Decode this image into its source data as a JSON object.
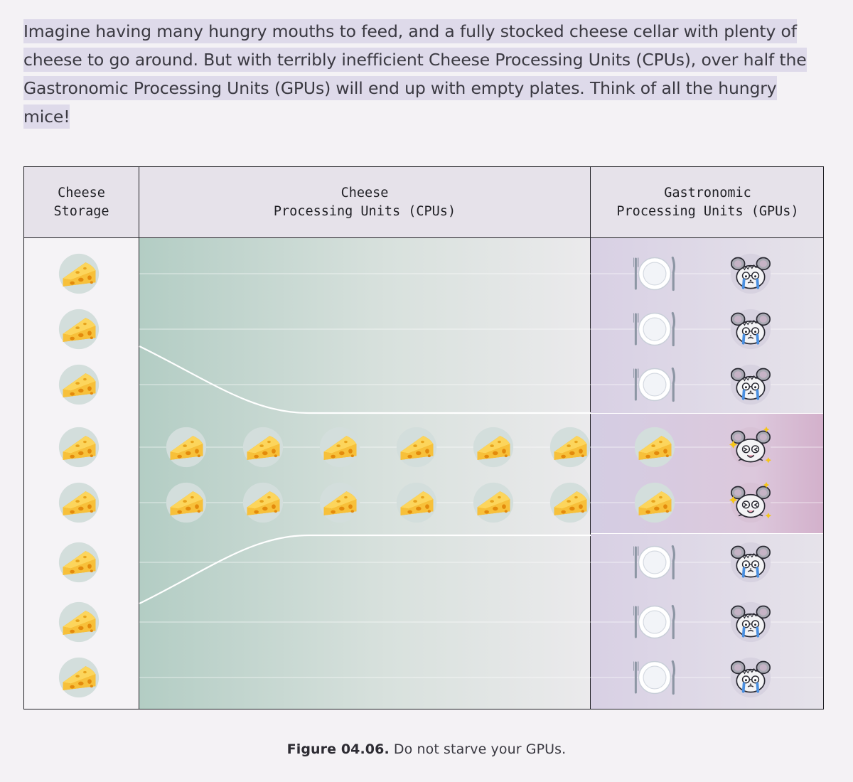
{
  "intro": {
    "text": "Imagine having many hungry mouths to feed, and a fully stocked cheese cellar with plenty of cheese to go around. But with terribly inefficient Cheese Processing Units (CPUs), over half the Gastronomic Processing Units (GPUs) will end up with empty plates. Think of all the hungry mice!"
  },
  "figure": {
    "headers": {
      "storage": "Cheese\nStorage",
      "cpu": "Cheese\nProcessing Units (CPUs)",
      "gpu": "Gastronomic\nProcessing Units (GPUs)"
    },
    "storage_items": 8,
    "cpu_rows": 2,
    "cpu_items_per_row": 6,
    "gpus": [
      {
        "plate": "empty",
        "mouse": "crying"
      },
      {
        "plate": "empty",
        "mouse": "crying"
      },
      {
        "plate": "empty",
        "mouse": "crying"
      },
      {
        "plate": "cheese",
        "mouse": "happy"
      },
      {
        "plate": "cheese",
        "mouse": "happy"
      },
      {
        "plate": "empty",
        "mouse": "crying"
      },
      {
        "plate": "empty",
        "mouse": "crying"
      },
      {
        "plate": "empty",
        "mouse": "crying"
      }
    ],
    "icons": {
      "cheese": "cheese-wedge-icon",
      "plate": "empty-plate-icon",
      "mouse_sad": "crying-mouse-icon",
      "mouse_happy": "happy-mouse-icon"
    },
    "colors": {
      "cpu_column": "#b3cdc4",
      "gpu_column": "#d8d0e4",
      "fed_gpu_band": "#d3b0cb",
      "cheese": "#f7c63c"
    }
  },
  "caption": {
    "label": "Figure 04.06.",
    "text": " Do not starve your GPUs."
  }
}
